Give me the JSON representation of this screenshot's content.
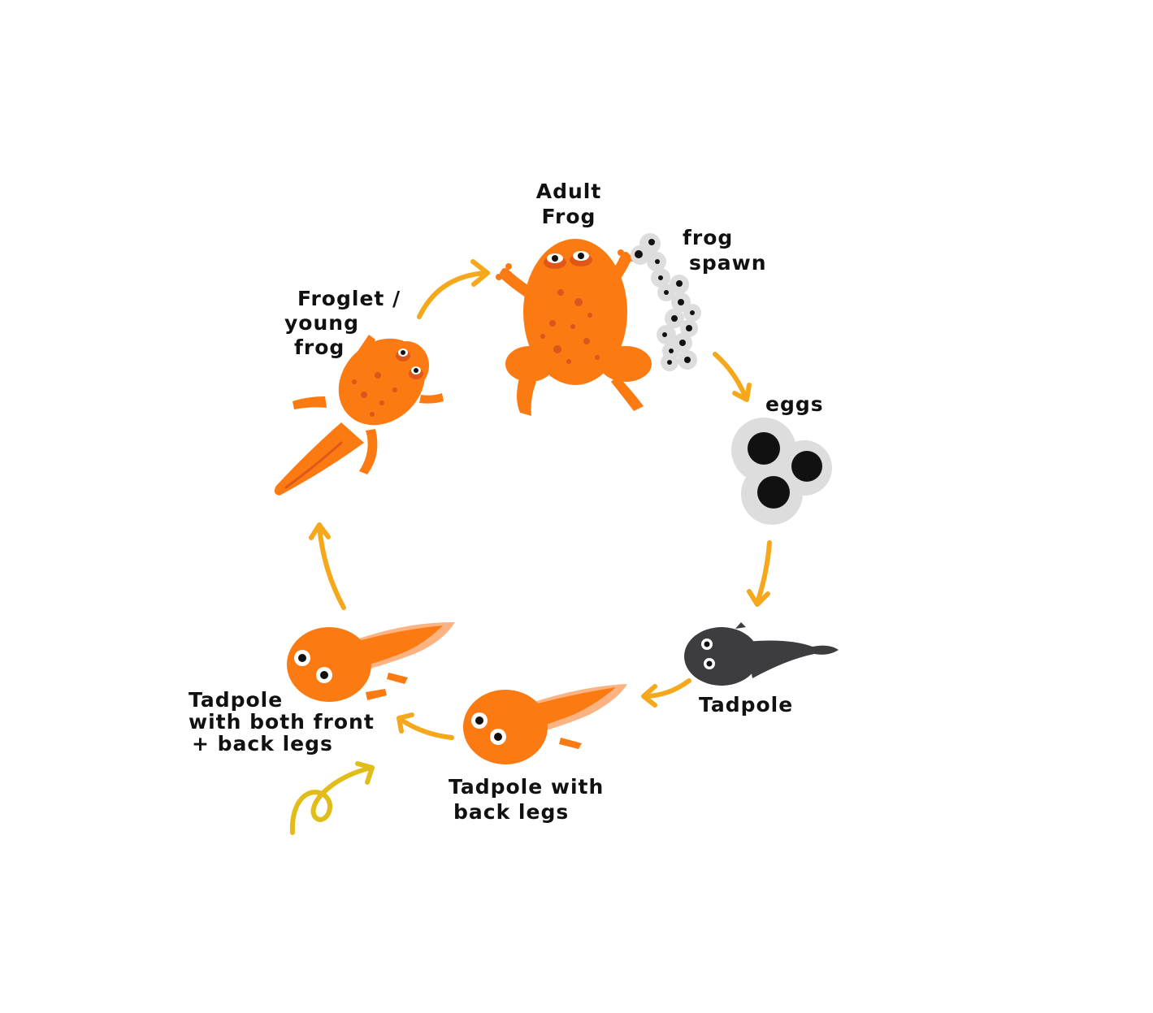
{
  "colors": {
    "arrow": "#f5a81c",
    "frog": "#fb7a12",
    "frog_shade": "#e0571a",
    "spot": "#d9561e",
    "fin": "#fbb382",
    "eggs_jelly": "#dddddd",
    "eggs_dot": "#111111",
    "tadpole_dark": "#3d3d3f",
    "squiggle": "#e2bd1a",
    "text": "#111111"
  },
  "stages": {
    "adult": {
      "line1": "Adult",
      "line2": "Frog",
      "icon": "adult-frog"
    },
    "spawn": {
      "line1": "frog",
      "line2": "spawn",
      "icon": "frog-spawn"
    },
    "eggs": {
      "line1": "eggs",
      "icon": "eggs"
    },
    "tadpole": {
      "line1": "Tadpole",
      "icon": "tadpole"
    },
    "back_legs": {
      "line1": "Tadpole with",
      "line2": "back legs",
      "icon": "tadpole-back-legs"
    },
    "both_legs": {
      "line1": "Tadpole",
      "line2": "with both front",
      "line3": "+ back legs",
      "icon": "tadpole-both-legs"
    },
    "froglet": {
      "line1": "Froglet /",
      "line2": "young",
      "line3": "frog",
      "icon": "froglet"
    }
  }
}
